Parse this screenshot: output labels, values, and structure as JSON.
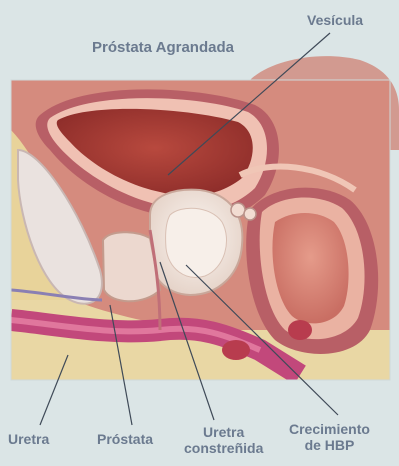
{
  "title": "Próstata Agrandada",
  "labels": {
    "vesicula": "Vesícula",
    "uretra": "Uretra",
    "prostata": "Próstata",
    "uretra_constrenida_1": "Uretra",
    "uretra_constrenida_2": "constreñida",
    "crecimiento_1": "Crecimiento",
    "crecimiento_2": "de HBP"
  },
  "colors": {
    "background": "#dbe5e6",
    "label": "#6b7a8f",
    "tissue_outer": "#c97e73",
    "tissue_light": "#e9b3a3",
    "bladder_wall": "#b85f66",
    "fat": "#e8d39a",
    "urethra": "#c2487b",
    "prostate": "#f0e6df",
    "leader_line": "#3f4a58"
  }
}
